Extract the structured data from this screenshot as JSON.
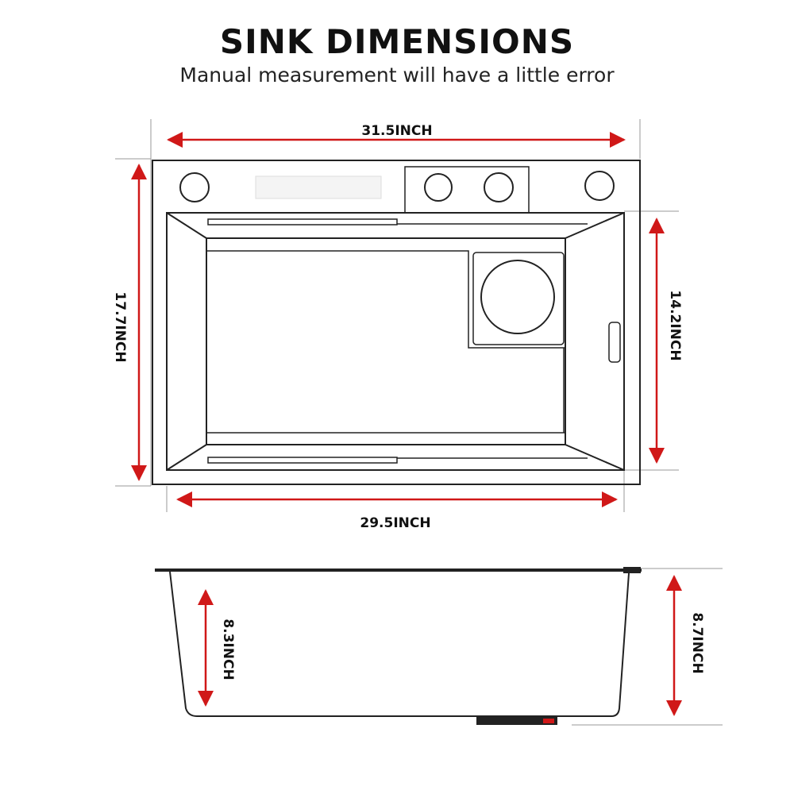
{
  "title": "SINK DIMENSIONS",
  "subtitle": "Manual measurement will have a little error",
  "colors": {
    "line": "#222222",
    "dimension_arrow": "#d01818",
    "guide": "#999999"
  },
  "dimensions": {
    "top_width": "31.5INCH",
    "top_depth": "17.7INCH",
    "inner_depth": "14.2INCH",
    "bottom_width": "29.5INCH",
    "bowl_depth": "8.3INCH",
    "overall_height": "8.7INCH"
  }
}
